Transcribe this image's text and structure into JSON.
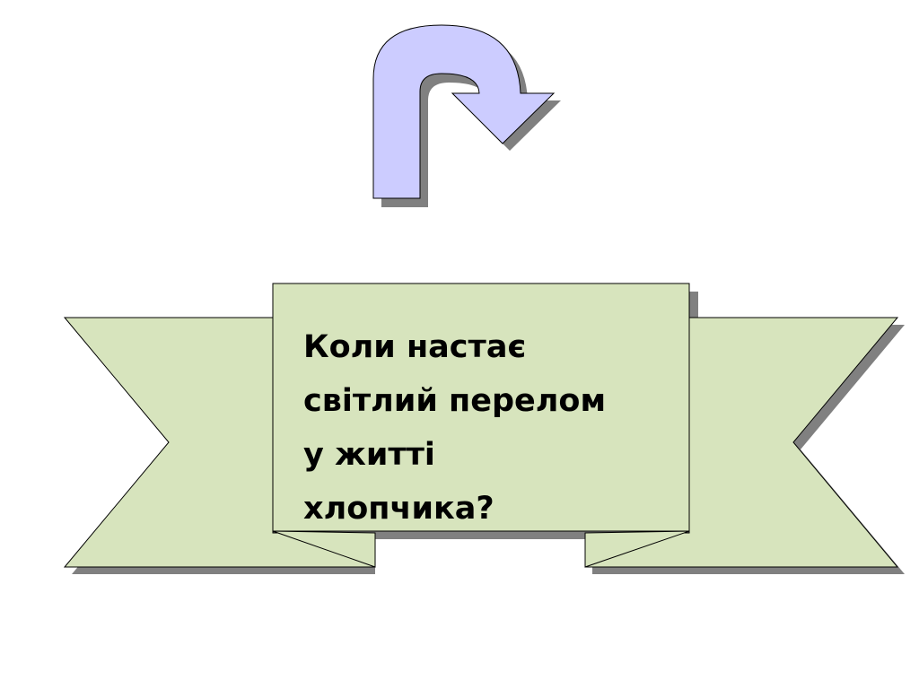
{
  "slide": {
    "question_lines": [
      "Коли настає",
      "світлий перелом",
      "у житті",
      "хлопчика?"
    ]
  },
  "colors": {
    "arrow_fill": "#ccccff",
    "banner_fill": "#d7e4bd",
    "shadow": "#808080",
    "outline": "#000000"
  },
  "icons": {
    "arrow": "u-turn-arrow-icon"
  }
}
